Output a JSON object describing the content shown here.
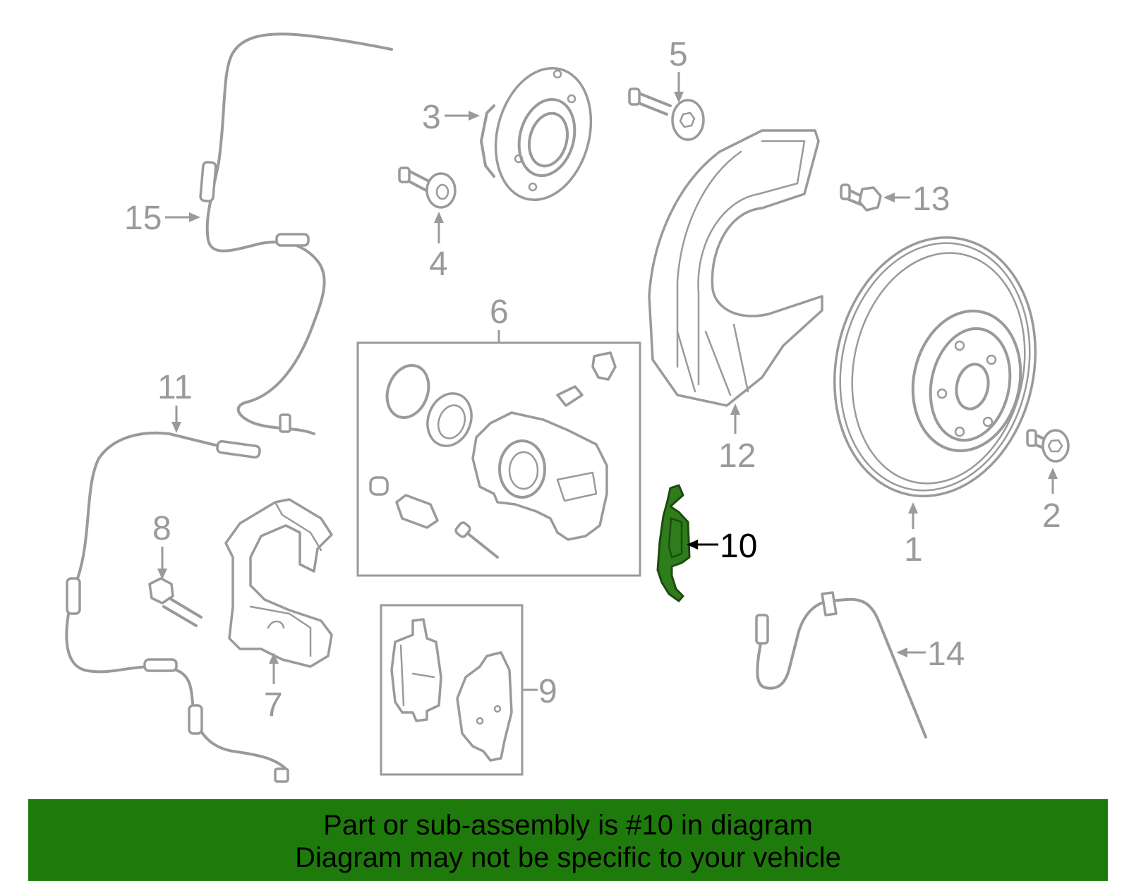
{
  "callouts": {
    "c1": "1",
    "c2": "2",
    "c3": "3",
    "c4": "4",
    "c5": "5",
    "c6": "6",
    "c7": "7",
    "c8": "8",
    "c9": "9",
    "c10": "10",
    "c11": "11",
    "c12": "12",
    "c13": "13",
    "c14": "14",
    "c15": "15"
  },
  "highlighted_part": "10",
  "colors": {
    "line_gray": "#9a9a9a",
    "highlight_green": "#2e7d1a",
    "banner_green": "#1f7a0c"
  },
  "footer": {
    "line1": "Part or sub-assembly is #10 in diagram",
    "line2": "Diagram may not be specific to your vehicle"
  }
}
